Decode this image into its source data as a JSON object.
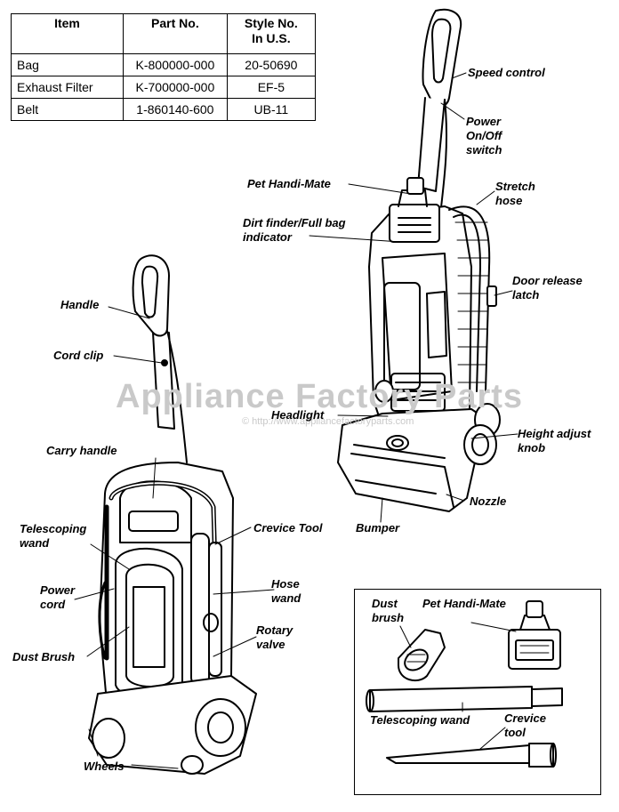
{
  "table": {
    "headers": [
      "Item",
      "Part No.",
      "Style No.\nIn U.S."
    ],
    "rows": [
      [
        "Bag",
        "K-800000-000",
        "20-50690"
      ],
      [
        "Exhaust Filter",
        "K-700000-000",
        "EF-5"
      ],
      [
        "Belt",
        "1-860140-600",
        "UB-11"
      ]
    ]
  },
  "labels": {
    "speed_control": "Speed control",
    "power_switch": "Power\nOn/Off\nswitch",
    "pet_handi_mate": "Pet Handi-Mate",
    "stretch_hose": "Stretch\nhose",
    "dirt_finder": "Dirt finder/Full bag\nindicator",
    "door_release": "Door release\nlatch",
    "handle": "Handle",
    "cord_clip": "Cord clip",
    "headlight": "Headlight",
    "height_adjust": "Height adjust\nknob",
    "carry_handle": "Carry handle",
    "nozzle": "Nozzle",
    "telescoping_wand": "Telescoping\nwand",
    "crevice_tool": "Crevice Tool",
    "bumper": "Bumper",
    "hose_wand": "Hose\nwand",
    "power_cord": "Power\ncord",
    "rotary_valve": "Rotary\nvalve",
    "dust_brush": "Dust Brush",
    "wheels": "Wheels"
  },
  "accessories": {
    "dust_brush": "Dust\nbrush",
    "pet_handi_mate": "Pet Handi-Mate",
    "telescoping_wand": "Telescoping wand",
    "crevice_tool": "Crevice\ntool"
  },
  "watermark": {
    "main": "Appliance Factory Parts",
    "sub": "© http://www.appliancefactoryparts.com"
  }
}
